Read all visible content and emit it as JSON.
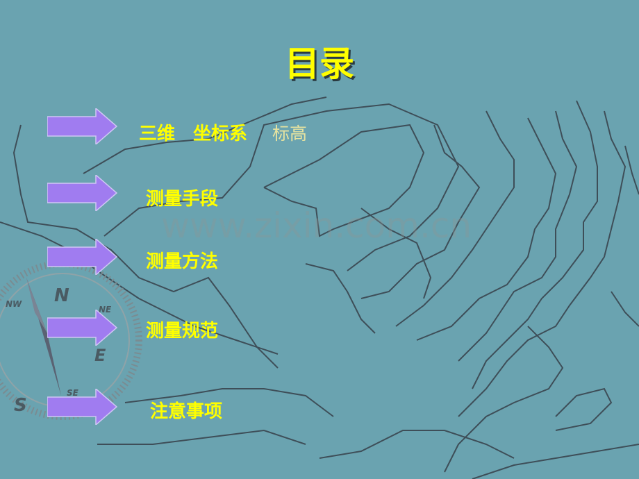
{
  "slide": {
    "title": "目录",
    "items": [
      {
        "label": "三维　坐标系",
        "sub": "标高"
      },
      {
        "label": "测量手段"
      },
      {
        "label": "测量方法"
      },
      {
        "label": "测量规范"
      },
      {
        "label": "注意事项"
      }
    ],
    "watermark": "www.zixin.com.cn",
    "compass": {
      "n": "N",
      "ne": "NE",
      "nw": "NW",
      "e": "E",
      "s": "S",
      "se": "SE"
    }
  },
  "colors": {
    "background": "#6aa3b0",
    "title": "#ffff00",
    "item_text": "#ffff00",
    "arrow_fill": "#a07cf0",
    "contour_lines": "#3e4e58"
  }
}
